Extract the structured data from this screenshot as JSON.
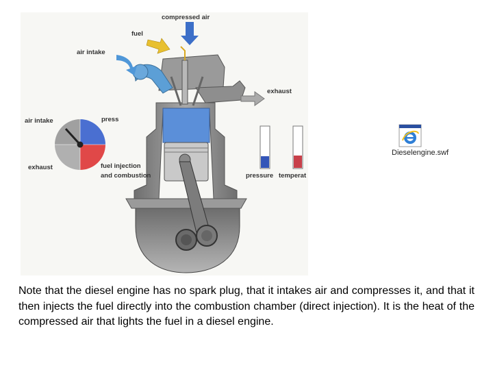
{
  "diagram": {
    "labels": {
      "compressed_air": "compressed air",
      "fuel": "fuel",
      "air_intake": "air intake",
      "exhaust": "exhaust",
      "dial_air_intake": "air intake",
      "dial_press": "press",
      "dial_exhaust": "exhaust",
      "dial_fuel_injection": "fuel injection",
      "dial_combustion": "and combustion",
      "pressure": "pressure",
      "temperature": "temperat"
    },
    "gauges": {
      "pressure_level": 0.28,
      "temperature_level": 0.3
    },
    "colors": {
      "piston_blue": "#5b8fd9",
      "dial_blue": "#4a6fd1",
      "dial_red": "#e04848",
      "pressure_fill": "#3355b8",
      "temperature_fill": "#c8404a",
      "arrow_blue": "#4f97d8",
      "arrow_yellow": "#e8c030",
      "engine_gray": "#8a8a8a"
    }
  },
  "file": {
    "name": "Dieselengine.swf",
    "icon": "internet-explorer-file-icon"
  },
  "caption": "Note that the diesel engine has no spark plug, that it intakes air and compresses it, and that it then injects the fuel directly into the combustion chamber (direct injection). It is the heat of the compressed air that lights the fuel in a diesel engine."
}
